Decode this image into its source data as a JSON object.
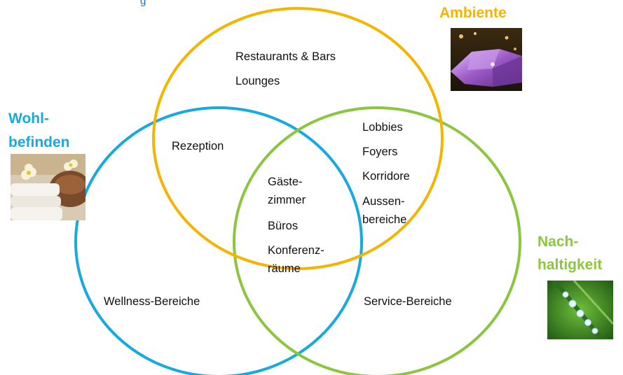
{
  "cut_title": "g",
  "colors": {
    "ambiente": "#f5b400",
    "wohlbefinden": "#19a9e1",
    "nachhaltigkeit": "#8cc63f",
    "text": "#111111"
  },
  "categories": {
    "ambiente": {
      "heading": "Ambiente",
      "image_icon": "crystal-chandelier-photo"
    },
    "wohlbefinden": {
      "heading_line1": "Wohl-",
      "heading_line2": "befinden",
      "image_icon": "spa-towels-flowers-photo"
    },
    "nachhaltigkeit": {
      "heading_line1": "Nach-",
      "heading_line2": "haltigkeit",
      "image_icon": "dewdrops-grass-photo"
    }
  },
  "regions": {
    "ambiente_only": [
      "Restaurants & Bars",
      "Lounges"
    ],
    "ambiente_wohlbefinden": [
      "Rezeption"
    ],
    "ambiente_nachhaltigkeit": [
      "Lobbies",
      "Foyers",
      "Korridore",
      "Aussen-",
      "bereiche"
    ],
    "center": [
      "Gäste-",
      "zimmer",
      "Büros",
      "Konferenz-",
      "räume"
    ],
    "wohlbefinden_only": [
      "Wellness-Bereiche"
    ],
    "nachhaltigkeit_only": [
      "Service-Bereiche"
    ]
  }
}
